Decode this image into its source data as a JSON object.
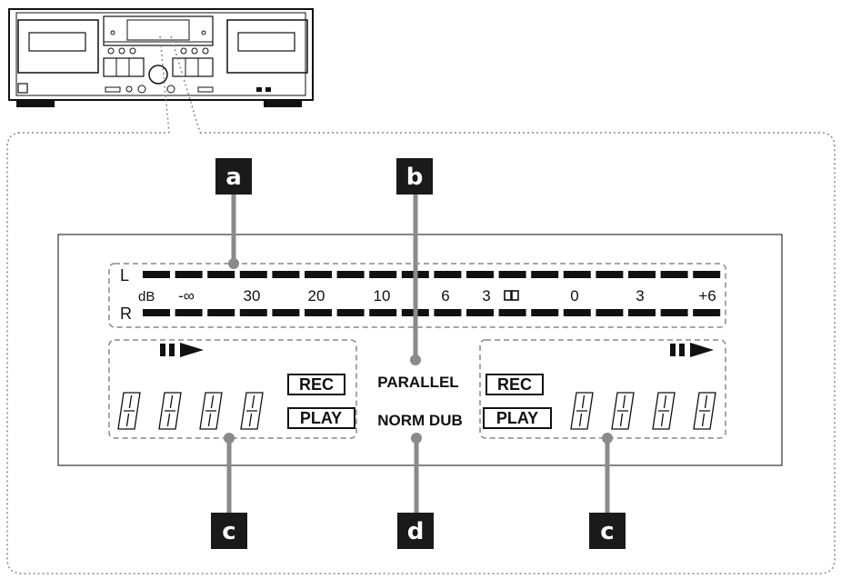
{
  "callouts": {
    "a": "a",
    "b": "b",
    "c": "c",
    "d": "d"
  },
  "meter": {
    "channel_left": "L",
    "channel_right": "R",
    "db_label": "dB",
    "scale": [
      "-∞",
      "30",
      "20",
      "10",
      "6",
      "3",
      "0",
      "3",
      "+6"
    ]
  },
  "deck_left": {
    "rec": "REC",
    "play": "PLAY"
  },
  "deck_right": {
    "rec": "REC",
    "play": "PLAY"
  },
  "mode": {
    "parallel": "PARALLEL",
    "norm_dub": "NORM DUB"
  },
  "colors": {
    "callout_box": "#1a1a1a",
    "leader_line": "#8a8a8a",
    "dashed_border": "#888888",
    "segment": "#111111"
  }
}
